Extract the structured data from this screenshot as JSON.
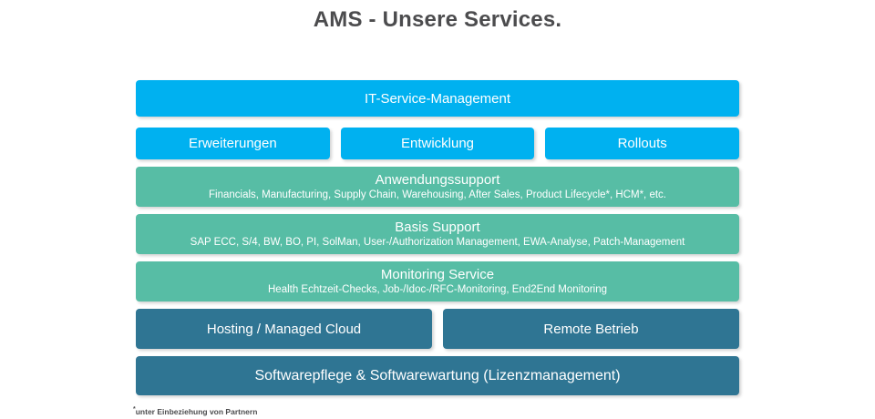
{
  "title": "AMS - Unsere Services.",
  "colors": {
    "cyan": "#00b1f0",
    "green": "#57bda5",
    "dark_blue": "#2f7593",
    "title_text": "#4c4c4e",
    "block_text": "#ffffff"
  },
  "rows": {
    "it_service": {
      "label": "IT-Service-Management"
    },
    "level2": [
      {
        "label": "Erweiterungen"
      },
      {
        "label": "Entwicklung"
      },
      {
        "label": "Rollouts"
      }
    ],
    "anwendungssupport": {
      "title": "Anwendungssupport",
      "subtitle": "Financials, Manufacturing, Supply Chain, Warehousing, After Sales, Product Lifecycle*, HCM*, etc."
    },
    "basis_support": {
      "title": "Basis Support",
      "subtitle": "SAP ECC, S/4, BW, BO, PI, SolMan, User-/Authorization Management, EWA-Analyse, Patch-Management"
    },
    "monitoring": {
      "title": "Monitoring Service",
      "subtitle": "Health Echtzeit-Checks, Job-/Idoc-/RFC-Monitoring, End2End Monitoring"
    },
    "level6": [
      {
        "label": "Hosting / Managed Cloud"
      },
      {
        "label": "Remote Betrieb"
      }
    ],
    "software": {
      "label": "Softwarepflege & Softwarewartung (Lizenzmanagement)"
    }
  },
  "footnote": {
    "asterisk": "*",
    "text": "unter Einbeziehung von Partnern"
  }
}
